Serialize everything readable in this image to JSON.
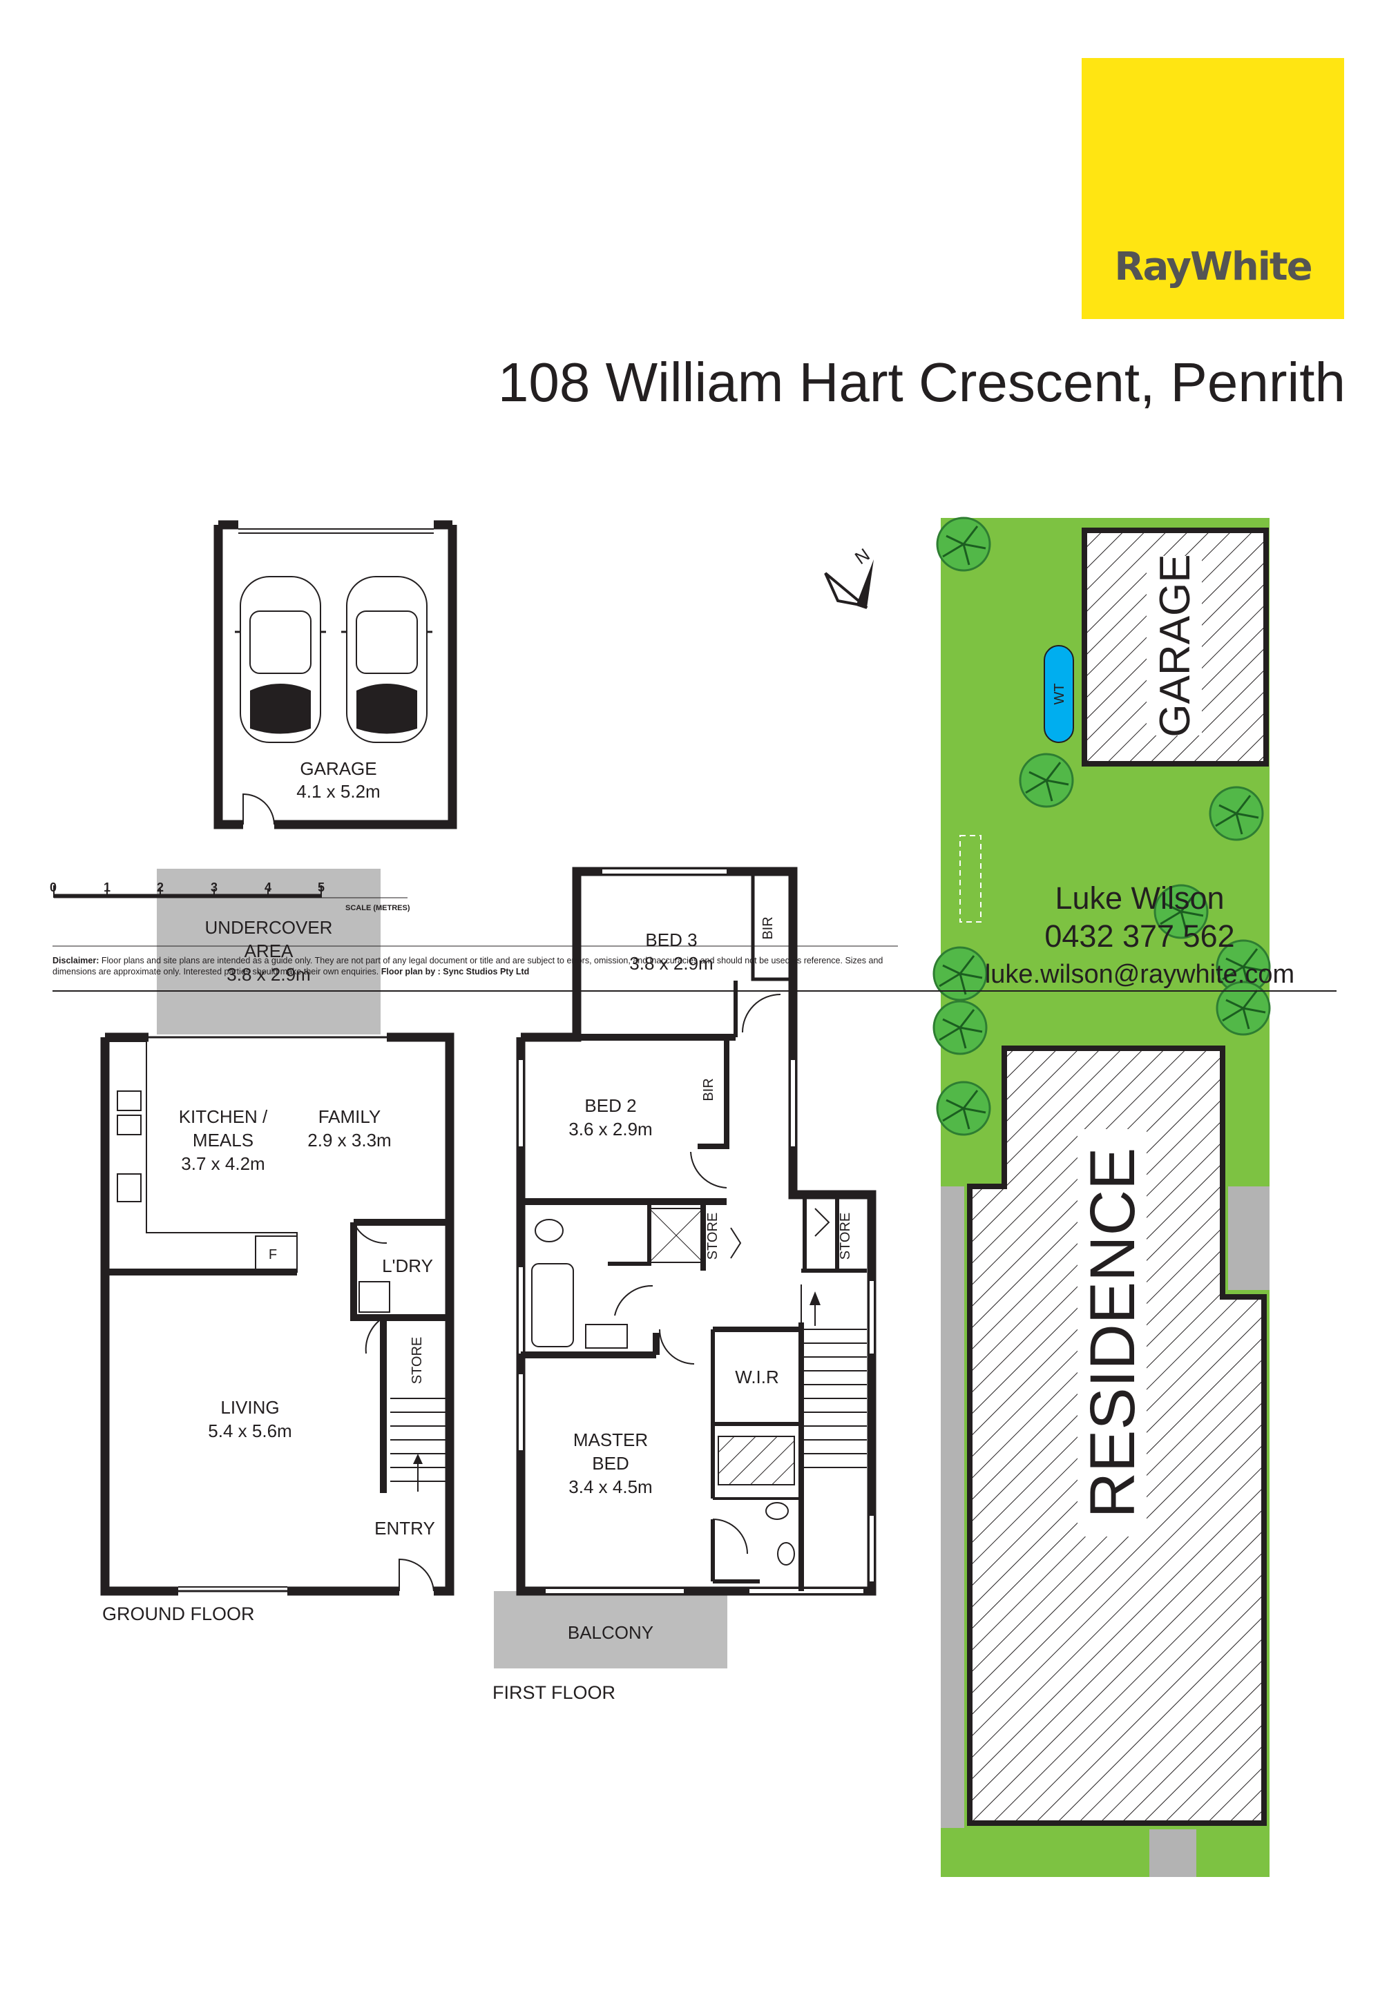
{
  "brand": {
    "logo_text": "RayWhite",
    "logo_color": "#ffe512"
  },
  "address": "108 William Hart Crescent, Penrith",
  "ground_floor": {
    "title": "GROUND FLOOR",
    "rooms": {
      "garage": {
        "name": "GARAGE",
        "size": "4.1 x 5.2m"
      },
      "undercover": {
        "name1": "UNDERCOVER",
        "name2": "AREA",
        "size": "3.8 x 2.9m"
      },
      "kitchen": {
        "name1": "KITCHEN /",
        "name2": "MEALS",
        "size": "3.7 x 4.2m"
      },
      "family": {
        "name": "FAMILY",
        "size": "2.9 x 3.3m"
      },
      "laundry": {
        "name": "L'DRY"
      },
      "fridge": {
        "name": "F"
      },
      "store": {
        "name": "STORE"
      },
      "living": {
        "name": "LIVING",
        "size": "5.4 x 5.6m"
      },
      "entry": {
        "name": "ENTRY"
      }
    }
  },
  "first_floor": {
    "title": "FIRST FLOOR",
    "rooms": {
      "bed3": {
        "name": "BED 3",
        "size": "3.8 x 2.9m",
        "bir": "BIR"
      },
      "bed2": {
        "name": "BED 2",
        "size": "3.6 x 2.9m",
        "bir": "BIR"
      },
      "store1": {
        "name": "STORE"
      },
      "store2": {
        "name": "STORE"
      },
      "wir": {
        "name": "W.I.R"
      },
      "master": {
        "name1": "MASTER",
        "name2": "BED",
        "size": "3.4 x 4.5m"
      },
      "balcony": {
        "name": "BALCONY"
      }
    }
  },
  "site_plan": {
    "garage": "GARAGE",
    "residence": "RESIDENCE",
    "water_tank": "WT",
    "north": "N"
  },
  "scale": {
    "ticks": [
      "0",
      "1",
      "2",
      "3",
      "4",
      "5"
    ],
    "label": "SCALE (METRES)"
  },
  "contact": {
    "name": "Luke Wilson",
    "phone": "0432 377 562",
    "email": "luke.wilson@raywhite.com"
  },
  "disclaimer": {
    "lead": "Disclaimer:",
    "text": " Floor plans and site plans are intended as a guide only. They are not part of any legal document or title and are subject to errors, omission, and inaccuracies and should not be used as reference. Sizes and dimensions are approximate only. Interested parties should make their own enquiries. ",
    "credit": "Floor plan by : Sync Studios Pty Ltd"
  },
  "colors": {
    "lawn": "#7dc242",
    "paving": "#b3b3b3",
    "tank": "#00aeef",
    "walls": "#231f20"
  }
}
